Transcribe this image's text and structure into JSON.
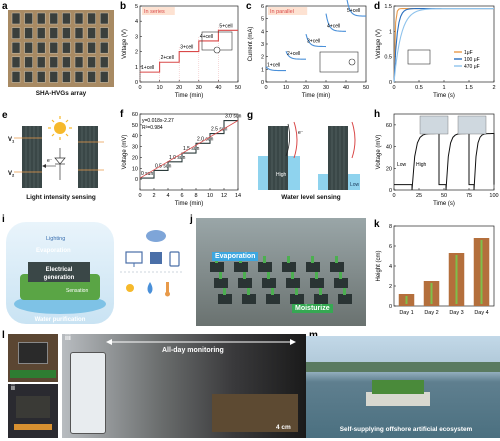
{
  "panels": {
    "a": {
      "letter": "a",
      "caption": "SHA-HVGs array"
    },
    "e": {
      "letter": "e",
      "caption": "Light intensity sensing",
      "v1": "V",
      "v1_sub": "1",
      "v2": "V",
      "v2_sub": "2",
      "electron": "e⁻"
    },
    "g": {
      "letter": "g",
      "caption": "Water level sensing",
      "electron": "e⁻",
      "high": "High",
      "low": "Low"
    },
    "i": {
      "letter": "i",
      "lighting": "Lighting",
      "evaporation": "Evaporation",
      "electrical": "Electrical",
      "generation": "generation",
      "sensation": "Sensation",
      "water_purification": "Water purification"
    },
    "j": {
      "letter": "j",
      "evaporation": "Evaporation",
      "moisturize": "Moisturize"
    },
    "l": {
      "letter": "l",
      "sub_ii": "ii",
      "sub_iii": "iii",
      "all_day": "All-day monitoring",
      "scale": "4 cm"
    },
    "m": {
      "letter": "m",
      "caption": "Self-supplying offshore artificial ecosystem"
    }
  },
  "colors": {
    "orange": "#e89a4a",
    "blue": "#4a90d9",
    "red": "#d94848",
    "green": "#4caf50",
    "dark": "#2b3b3b",
    "water": "#8fd3ee"
  },
  "chart_data": [
    {
      "id": "b",
      "letter": "b",
      "type": "line",
      "title_tag": "In series",
      "xlabel": "Time (min)",
      "ylabel": "Voltage (V)",
      "xlim": [
        0,
        50
      ],
      "ylim": [
        0,
        5
      ],
      "xticks": [
        0,
        10,
        20,
        30,
        40,
        50
      ],
      "yticks": [
        0,
        1,
        2,
        3,
        4,
        5
      ],
      "steps": [
        {
          "label": "1+cell",
          "x0": 0,
          "x1": 10,
          "y": 0.65
        },
        {
          "label": "2+cell",
          "x0": 10,
          "x1": 20,
          "y": 1.3
        },
        {
          "label": "3+cell",
          "x0": 20,
          "x1": 30,
          "y": 2.0
        },
        {
          "label": "4+cell",
          "x0": 30,
          "x1": 40,
          "y": 2.7
        },
        {
          "label": "5+cell",
          "x0": 40,
          "x1": 50,
          "y": 3.4
        }
      ]
    },
    {
      "id": "c",
      "letter": "c",
      "type": "line",
      "title_tag": "In parallel",
      "xlabel": "Time (min)",
      "ylabel": "Current (mA)",
      "xlim": [
        0,
        50
      ],
      "ylim": [
        0,
        6
      ],
      "xticks": [
        0,
        10,
        20,
        30,
        40,
        50
      ],
      "yticks": [
        0,
        1,
        2,
        3,
        4,
        5,
        6
      ],
      "steps": [
        {
          "label": "1+cell",
          "x0": 0,
          "x1": 10,
          "y": 0.9
        },
        {
          "label": "2+cell",
          "x0": 10,
          "x1": 20,
          "y": 1.8
        },
        {
          "label": "3+cell",
          "x0": 20,
          "x1": 30,
          "y": 2.8
        },
        {
          "label": "4+cell",
          "x0": 30,
          "x1": 40,
          "y": 4.0
        },
        {
          "label": "5+cell",
          "x0": 40,
          "x1": 50,
          "y": 5.2
        }
      ]
    },
    {
      "id": "d",
      "letter": "d",
      "type": "line",
      "xlabel": "Time (s)",
      "ylabel": "Voltage (V)",
      "xlim": [
        0,
        2.0
      ],
      "ylim": [
        0,
        1.5
      ],
      "xticks": [
        0,
        0.5,
        1.0,
        1.5,
        2.0
      ],
      "yticks": [
        0,
        0.5,
        1.0,
        1.5
      ],
      "series": [
        {
          "name": "1μF",
          "tau": 0.02,
          "color": "#e89a4a"
        },
        {
          "name": "100 μF",
          "tau": 0.06,
          "color": "#2a6fbf"
        },
        {
          "name": "470 μF",
          "tau": 0.14,
          "color": "#8fc3ec"
        }
      ],
      "vmax": 1.45
    },
    {
      "id": "f",
      "letter": "f",
      "type": "line",
      "xlabel": "Time (min)",
      "ylabel": "Voltage (mV)",
      "xlim": [
        0,
        14
      ],
      "ylim": [
        -10,
        60
      ],
      "xticks": [
        0,
        2,
        4,
        6,
        8,
        10,
        12,
        14
      ],
      "yticks": [
        0,
        10,
        20,
        30,
        40,
        50,
        60
      ],
      "equation": "y=0.018x-2.27",
      "r2": "R²=0.984",
      "steps": [
        {
          "label": "0 sun",
          "x0": 0,
          "x1": 2,
          "y": 1
        },
        {
          "label": "0.5 sun",
          "x0": 2,
          "x1": 4,
          "y": 8
        },
        {
          "label": "1.0 sun",
          "x0": 4,
          "x1": 6,
          "y": 16
        },
        {
          "label": "1.5 sun",
          "x0": 6,
          "x1": 8,
          "y": 24
        },
        {
          "label": "2.0 sun",
          "x0": 8,
          "x1": 10,
          "y": 33
        },
        {
          "label": "2.5 sun",
          "x0": 10,
          "x1": 12,
          "y": 42
        },
        {
          "label": "3.0 sun",
          "x0": 12,
          "x1": 14,
          "y": 54
        }
      ]
    },
    {
      "id": "h",
      "letter": "h",
      "type": "line",
      "xlabel": "Time (s)",
      "ylabel": "Voltage (mV)",
      "xlim": [
        0,
        100
      ],
      "ylim": [
        0,
        70
      ],
      "xticks": [
        0,
        25,
        50,
        75,
        100
      ],
      "yticks": [
        0,
        20,
        40,
        60
      ],
      "low": "Low",
      "high": "High",
      "pulses": [
        [
          18,
          45
        ],
        [
          52,
          75
        ],
        [
          80,
          100
        ]
      ],
      "on": 52,
      "off": 5
    },
    {
      "id": "k",
      "letter": "k",
      "type": "bar",
      "categories": [
        "Day 1",
        "Day 2",
        "Day 3",
        "Day 4"
      ],
      "values": [
        1.2,
        2.5,
        5.3,
        6.8
      ],
      "ylabel": "Height (cm)",
      "ylim": [
        0,
        8
      ],
      "yticks": [
        0,
        2,
        4,
        6,
        8
      ]
    }
  ]
}
